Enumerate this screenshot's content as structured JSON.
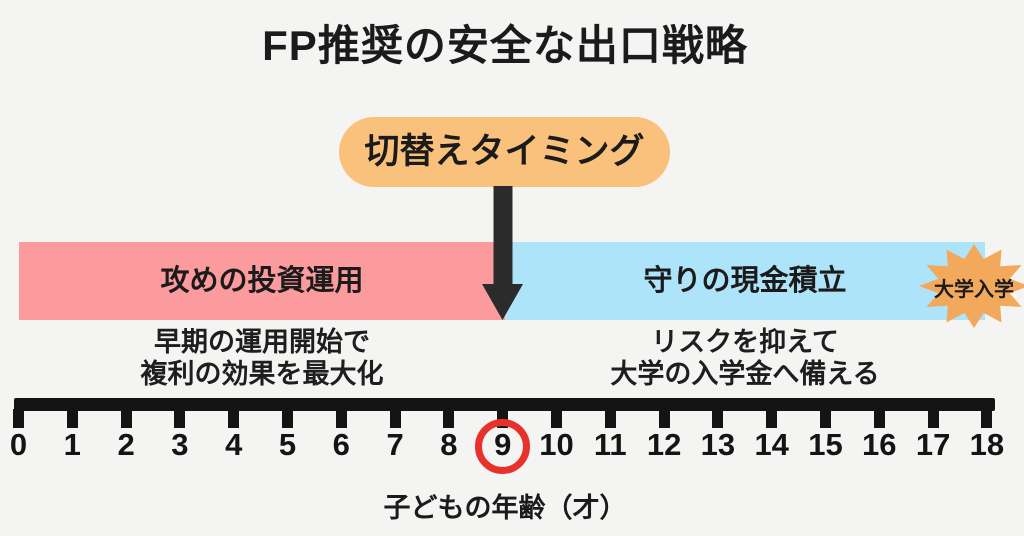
{
  "title": "FP推奨の安全な出口戦略",
  "callout": {
    "label": "切替えタイミング"
  },
  "phases": {
    "left": {
      "label": "攻めの投資運用",
      "description": [
        "早期の運用開始で",
        "複利の効果を最大化"
      ],
      "color": "#fc9b9e"
    },
    "right": {
      "label": "守りの現金積立",
      "description": [
        "リスクを抑えて",
        "大学の入学金へ備える"
      ],
      "color": "#aee4fa"
    }
  },
  "milestone": {
    "label": "大学入学",
    "color": "#f2a95c"
  },
  "axis": {
    "ticks": [
      "0",
      "1",
      "2",
      "3",
      "4",
      "5",
      "6",
      "7",
      "8",
      "9",
      "10",
      "11",
      "12",
      "13",
      "14",
      "15",
      "16",
      "17",
      "18"
    ],
    "highlight_index": 9,
    "highlighted_value": "9",
    "label": "子どもの年齢（才）"
  },
  "colors": {
    "background": "#f4f4f3",
    "text": "#1b1b1b",
    "callout_fill": "#f9c17b",
    "arrow": "#2b2b2b",
    "ruler": "#141414",
    "highlight_ring": "#e8312b"
  }
}
